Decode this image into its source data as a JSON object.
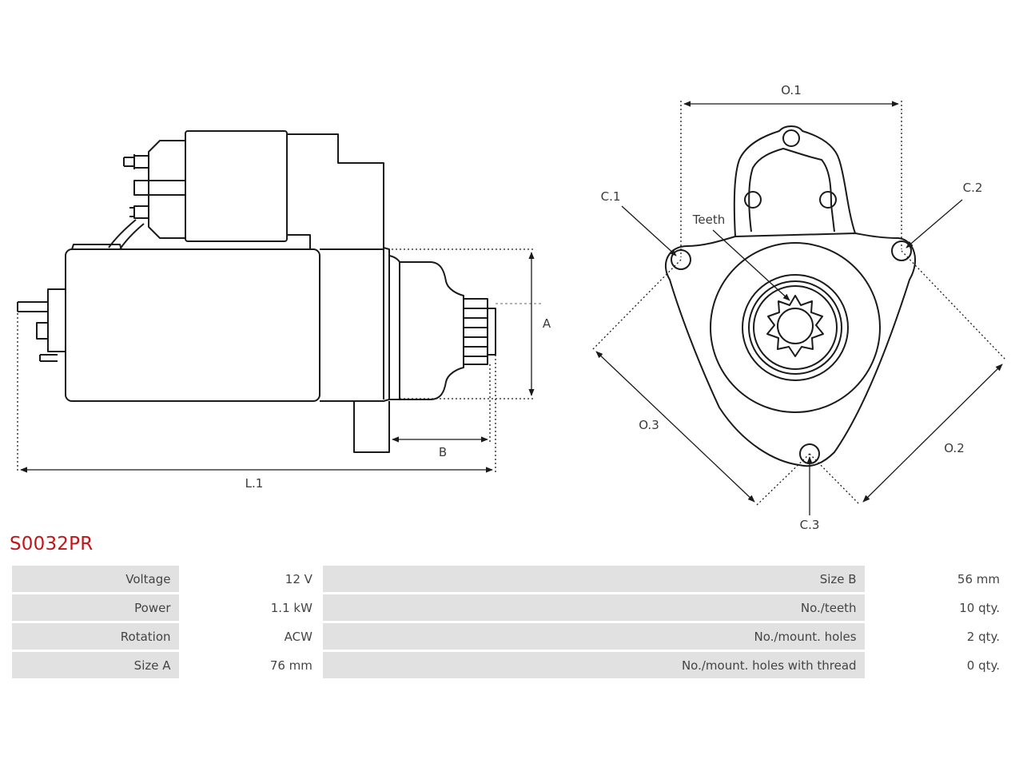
{
  "part_number": "S0032PR",
  "drawing": {
    "labels": {
      "o1": "O.1",
      "o2": "O.2",
      "o3": "O.3",
      "c1": "C.1",
      "c2": "C.2",
      "c3": "C.3",
      "teeth": "Teeth",
      "a": "A",
      "b": "B",
      "l1": "L.1"
    },
    "line_color": "#1a1a1a"
  },
  "specs": [
    {
      "l_label": "Voltage",
      "l_value": "12 V",
      "r_label": "Size B",
      "r_value": "56 mm"
    },
    {
      "l_label": "Power",
      "l_value": "1.1 kW",
      "r_label": "No./teeth",
      "r_value": "10 qty."
    },
    {
      "l_label": "Rotation",
      "l_value": "ACW",
      "r_label": "No./mount. holes",
      "r_value": "2 qty."
    },
    {
      "l_label": "Size A",
      "l_value": "76 mm",
      "r_label": "No./mount. holes with thread",
      "r_value": "0 qty."
    }
  ]
}
